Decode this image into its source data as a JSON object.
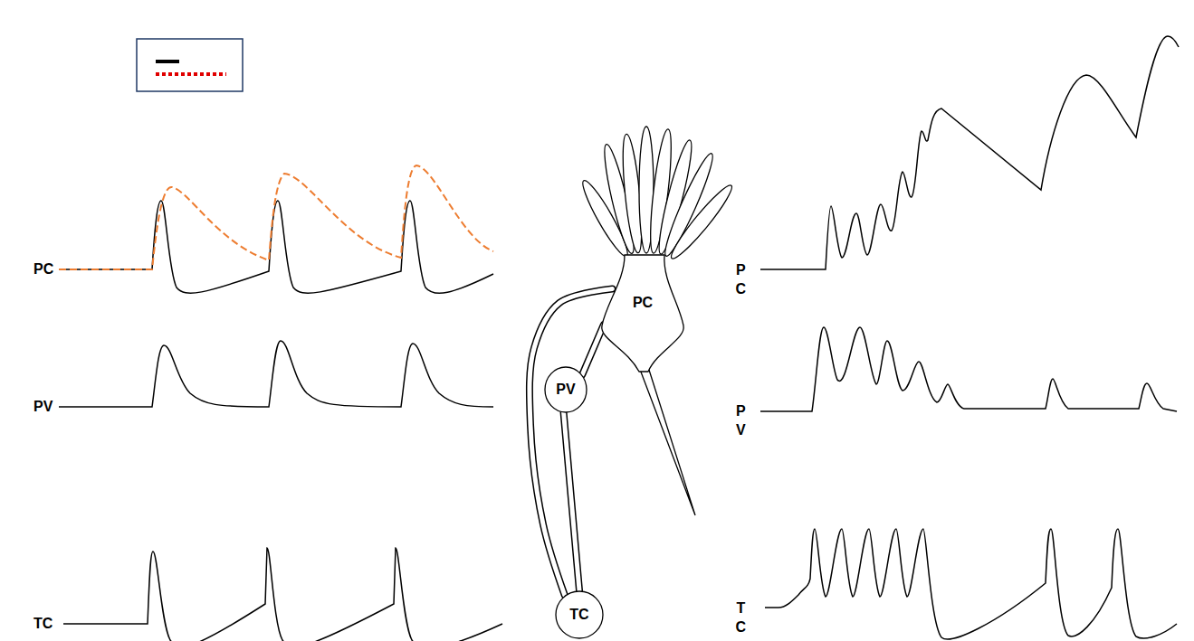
{
  "diagram": {
    "nodes": [
      {
        "text": [
          "PC"
        ]
      },
      {
        "text": [
          "PV"
        ]
      },
      {
        "text": [
          "TC"
        ]
      }
    ],
    "edges": [
      {
        "from": 1,
        "to": 0,
        "arrow": "none"
      },
      {
        "from": 2,
        "to": 1,
        "arrow": "none"
      },
      {
        "from": 2,
        "to": 0,
        "arrow": "none"
      }
    ],
    "labels": [
      "PC",
      "PV",
      "TC",
      "P C",
      "P V",
      "T C"
    ]
  }
}
